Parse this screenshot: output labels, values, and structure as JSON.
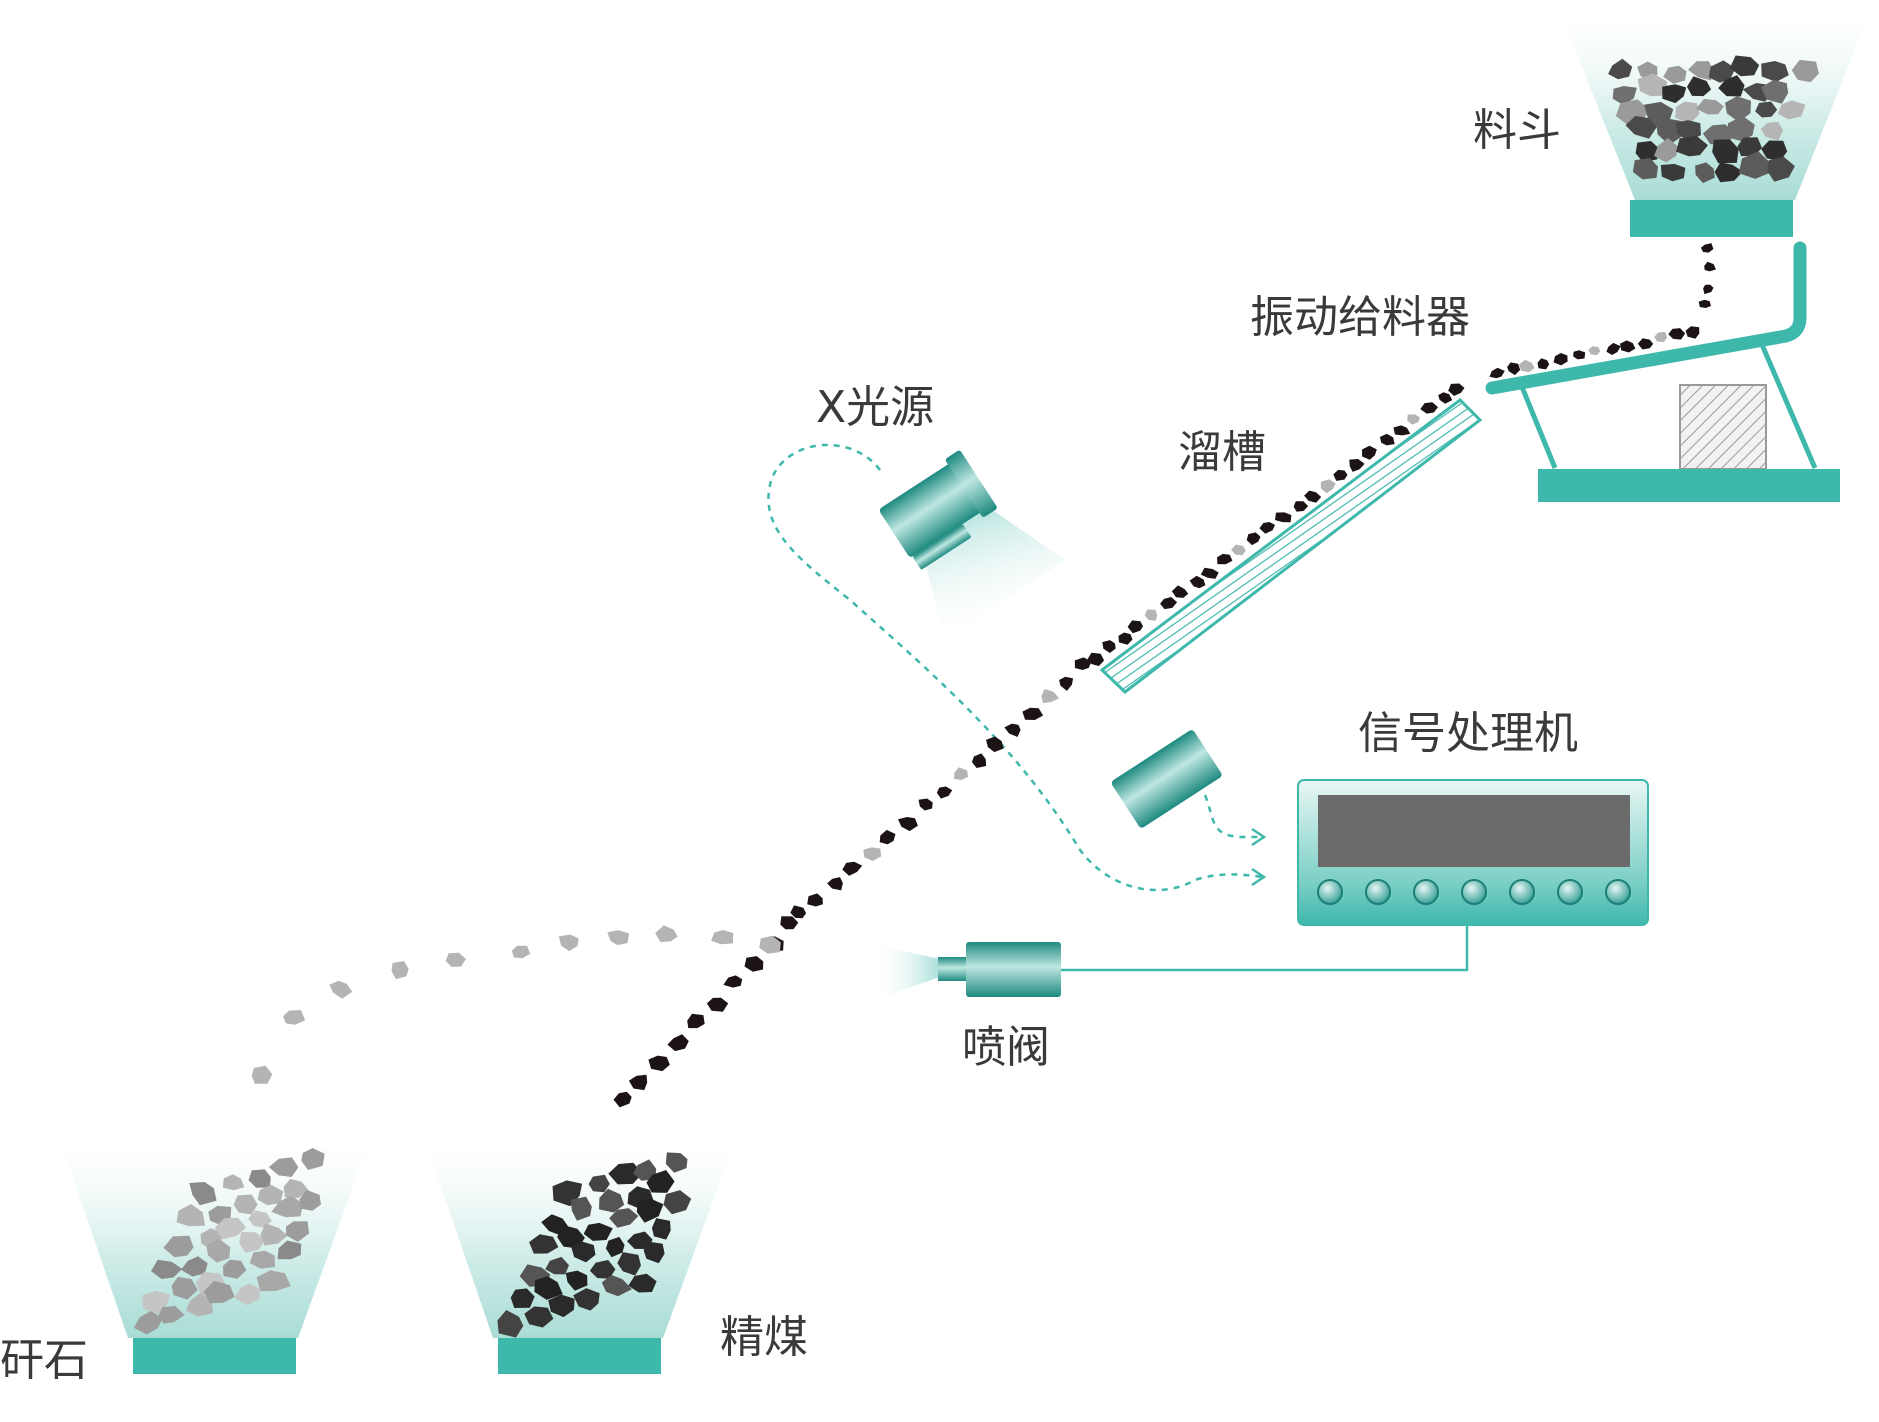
{
  "labels": {
    "hopper": "料斗",
    "vibrating_feeder": "振动给料器",
    "xray_source": "X光源",
    "chute": "溜槽",
    "signal_processor": "信号处理机",
    "air_valve": "喷阀",
    "gangue": "矸石",
    "clean_coal": "精煤"
  },
  "colors": {
    "teal": "#3fb8ac",
    "teal_dark": "#2a8f86",
    "coal": "#1c1414",
    "gangue": "#b4b4b4",
    "screen": "#6b6b6b"
  },
  "processor": {
    "knob_count": 7
  }
}
